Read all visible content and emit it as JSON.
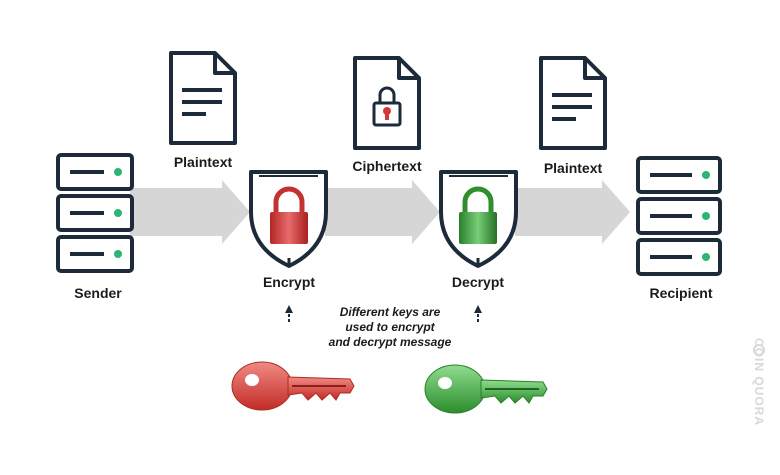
{
  "labels": {
    "sender": "Sender",
    "recipient": "Recipient",
    "plaintext_1": "Plaintext",
    "ciphertext": "Ciphertext",
    "plaintext_2": "Plaintext",
    "encrypt": "Encrypt",
    "decrypt": "Decrypt"
  },
  "note": {
    "line1": "Different keys are",
    "line2": "used to encrypt",
    "line3": "and decrypt message"
  },
  "watermark": "COIN QUORA",
  "colors": {
    "outline": "#1c2a3a",
    "server_led": "#2bb673",
    "arrow": "#d6d6d6",
    "lock_red": "#d23a3a",
    "lock_green": "#3a9f3a",
    "key_red": "#d9403a",
    "key_green": "#3aa13a"
  }
}
